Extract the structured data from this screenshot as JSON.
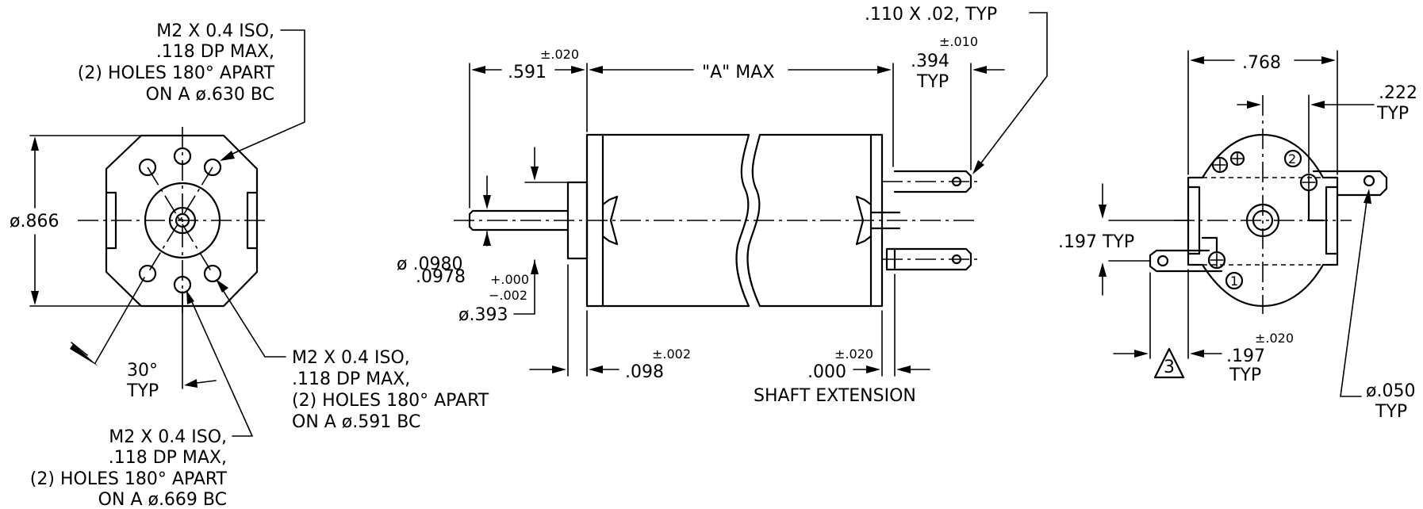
{
  "end_view_left": {
    "note_top": [
      "M2 X 0.4 ISO,",
      ".118 DP MAX,",
      "(2) HOLES 180° APART",
      "ON A ø.630 BC"
    ],
    "note_mid": [
      "M2 X 0.4 ISO,",
      ".118 DP MAX,",
      "(2) HOLES 180° APART",
      "ON A ø.591 BC"
    ],
    "note_bottom": [
      "M2 X 0.4 ISO,",
      ".118 DP MAX,",
      "(2) HOLES 180° APART",
      "ON A ø.669 BC"
    ],
    "dia_866": "ø.866",
    "angle_30": "30°",
    "angle_typ": "TYP"
  },
  "side_view": {
    "tol_591": "±.020",
    "dim_591": ".591",
    "dim_a_max": "\"A\" MAX",
    "terminal_note": ".110 X .02, TYP",
    "tol_394": "±.010",
    "dim_394": ".394",
    "dim_394_typ": "TYP",
    "shaft_dia_1": "ø .0980",
    "shaft_dia_2": ".0978",
    "tol_plus": "+.000",
    "tol_minus": "−.002",
    "pilot_dia": "ø.393",
    "tol_098": "±.002",
    "dim_098": ".098",
    "tol_000": "±.020",
    "dim_000": ".000",
    "shaft_extension": "SHAFT EXTENSION"
  },
  "end_view_right": {
    "dim_768": ".768",
    "dim_222": ".222",
    "dim_222_typ": "TYP",
    "dim_197_typ": ".197 TYP",
    "tol_197": "±.020",
    "dim_197": ".197",
    "dim_197_b_typ": "TYP",
    "note_flag": "3",
    "dim_050": "ø.050",
    "dim_050_typ": "TYP",
    "terminal_label_1": "1",
    "terminal_label_2": "2"
  }
}
